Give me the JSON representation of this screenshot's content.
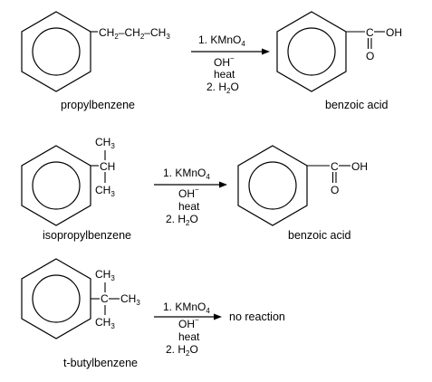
{
  "reactions": [
    {
      "reactant_name": "propylbenzene",
      "substituent": {
        "ch2a": "CH",
        "ch2b": "CH",
        "ch3": "CH",
        "sub2": "2",
        "sub3": "3",
        "dash": "–"
      },
      "reagents": {
        "step1": "1. KMnO",
        "kmno4_sub": "4",
        "base": "OH",
        "base_charge": "−",
        "heat": "heat",
        "step2": "2. H",
        "h2o_sub": "2",
        "h2o_o": "O"
      },
      "product_name": "benzoic acid",
      "product_group": {
        "c": "C",
        "oh": "OH",
        "o": "O"
      }
    },
    {
      "reactant_name": "isopropylbenzene",
      "substituent": {
        "top": "CH",
        "mid": "CH",
        "bot": "CH",
        "sub3": "3"
      },
      "reagents": {
        "step1": "1. KMnO",
        "kmno4_sub": "4",
        "base": "OH",
        "base_charge": "−",
        "heat": "heat",
        "step2": "2. H",
        "h2o_sub": "2",
        "h2o_o": "O"
      },
      "product_name": "benzoic acid",
      "product_group": {
        "c": "C",
        "oh": "OH",
        "o": "O"
      }
    },
    {
      "reactant_name": "t-butylbenzene",
      "substituent": {
        "top": "CH",
        "c": "C",
        "right": "CH",
        "bot": "CH",
        "sub3": "3"
      },
      "reagents": {
        "step1": "1. KMnO",
        "kmno4_sub": "4",
        "base": "OH",
        "base_charge": "−",
        "heat": "heat",
        "step2": "2. H",
        "h2o_sub": "2",
        "h2o_o": "O"
      },
      "product_text": "no reaction"
    }
  ]
}
